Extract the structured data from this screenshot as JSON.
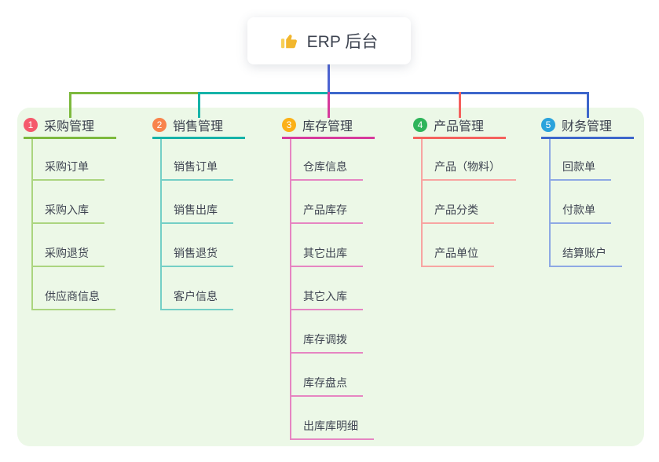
{
  "root": {
    "label": "ERP 后台",
    "icon": "thumbs-up-icon"
  },
  "branches": [
    {
      "number": "1",
      "label": "采购管理",
      "color": "#7db93d",
      "light_color": "#abd57f",
      "badge_color": "#f5596c",
      "children": [
        "采购订单",
        "采购入库",
        "采购退货",
        "供应商信息"
      ]
    },
    {
      "number": "2",
      "label": "销售管理",
      "color": "#15b3a8",
      "light_color": "#74cfc6",
      "badge_color": "#f8834b",
      "children": [
        "销售订单",
        "销售出库",
        "销售退货",
        "客户信息"
      ]
    },
    {
      "number": "3",
      "label": "库存管理",
      "color": "#d63a9c",
      "light_color": "#e685c2",
      "badge_color": "#fbb017",
      "children": [
        "仓库信息",
        "产品库存",
        "其它出库",
        "其它入库",
        "库存调拨",
        "库存盘点",
        "出库库明细"
      ]
    },
    {
      "number": "4",
      "label": "产品管理",
      "color": "#f4615d",
      "light_color": "#f8a5a2",
      "badge_color": "#2eb45a",
      "children": [
        "产品（物料）",
        "产品分类",
        "产品单位"
      ]
    },
    {
      "number": "5",
      "label": "财务管理",
      "color": "#3d66cb",
      "light_color": "#8ea9e4",
      "badge_color": "#2aa3dc",
      "children": [
        "回款单",
        "付款单",
        "结算账户"
      ]
    }
  ],
  "colors": {
    "panel_bg": "#ecf8e7",
    "root_stem": "#4c63d2",
    "text": "#3b414e",
    "root_bg": "#ffffff"
  }
}
